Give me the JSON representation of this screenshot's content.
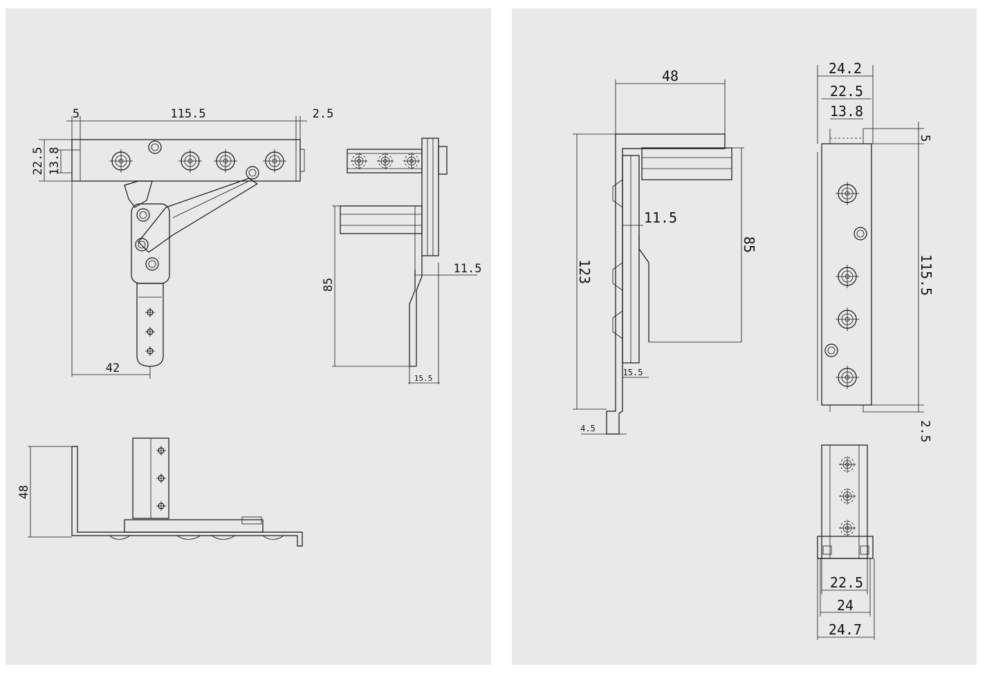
{
  "left_panel": {
    "front_view": {
      "dims": {
        "d5": "5",
        "d115_5": "115.5",
        "d2_5": "2.5",
        "d22_5": "22.5",
        "d13_8": "13.8",
        "d42": "42"
      }
    },
    "side_view": {
      "dims": {
        "d85": "85",
        "d11_5": "11.5",
        "d15_5": "15.5"
      }
    },
    "bottom_view": {
      "dims": {
        "d48": "48"
      }
    }
  },
  "right_panel": {
    "side_view": {
      "dims": {
        "d48": "48",
        "d11_5": "11.5",
        "d85": "85",
        "d123": "123",
        "d15_5": "15.5",
        "d4_5": "4.5"
      }
    },
    "front_view": {
      "dims": {
        "d24_2": "24.2",
        "d22_5": "22.5",
        "d13_8": "13.8",
        "d5": "5",
        "d115_5": "115.5",
        "d2_5": "2.5"
      }
    },
    "end_view": {
      "dims": {
        "d22_5": "22.5",
        "d24": "24",
        "d24_7": "24.7"
      }
    }
  },
  "colors": {
    "panel_bg": "#e9e9e9",
    "line": "#111111",
    "page_bg": "#ffffff"
  }
}
